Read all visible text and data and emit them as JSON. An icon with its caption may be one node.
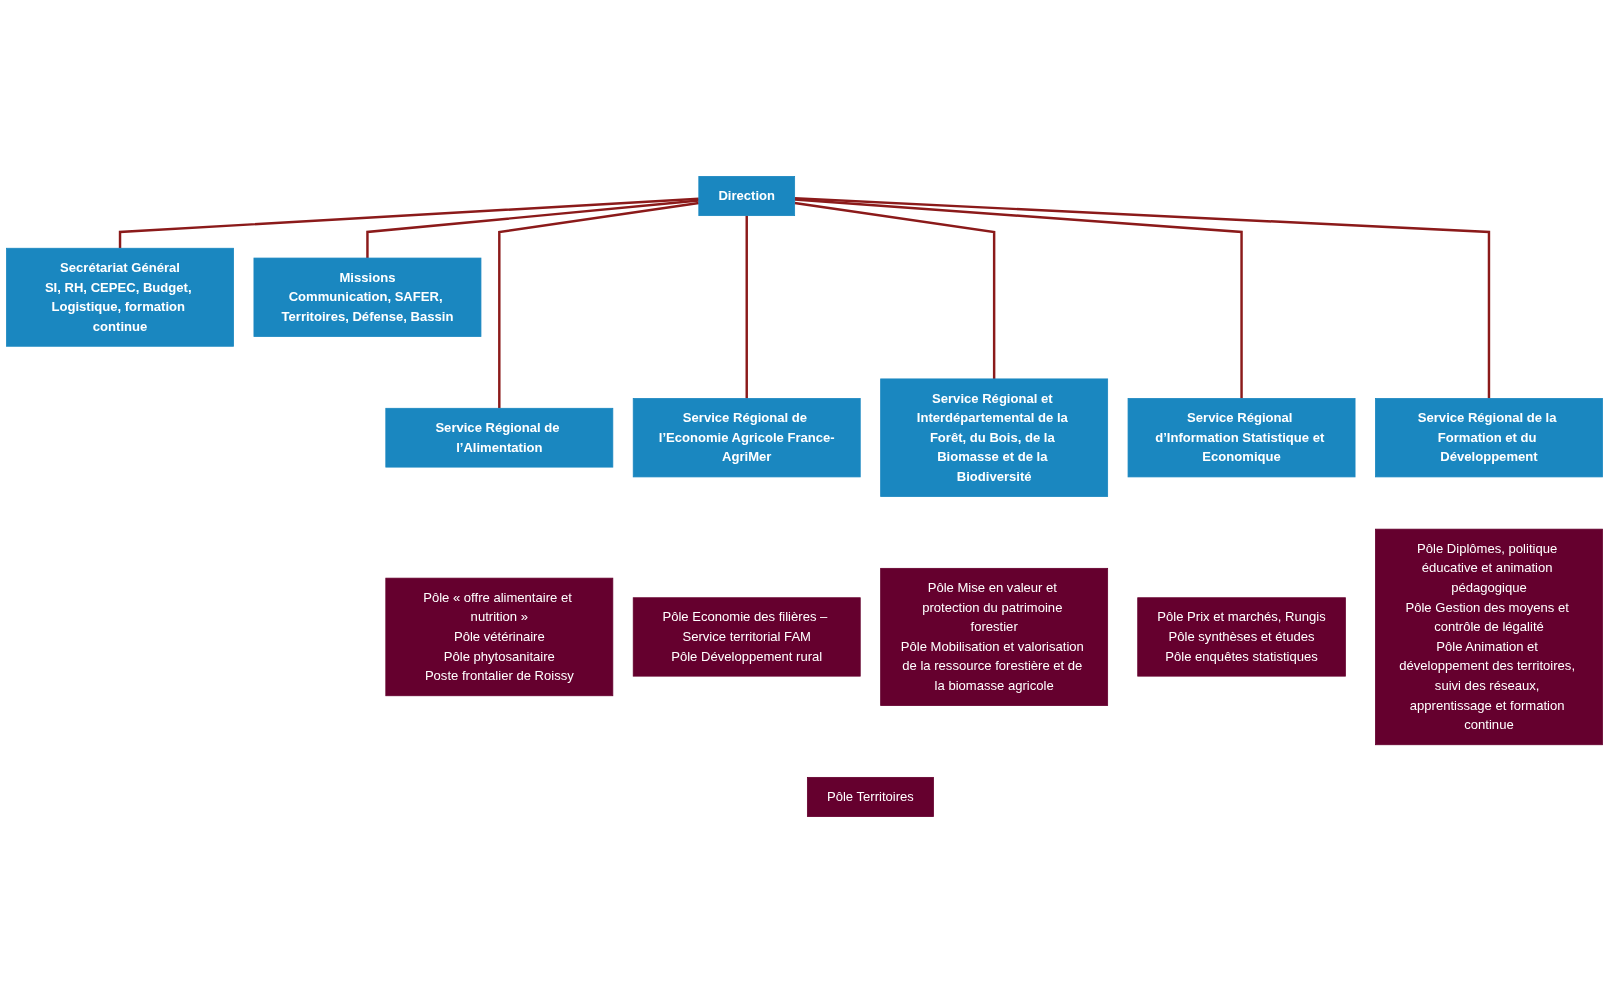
{
  "diagram": {
    "nodes": [
      {
        "text": [
          "Secrétariat Général",
          "SI, RH, CEPEC, Budget, Logistique, formation continue"
        ]
      },
      {
        "text": [
          "Direction"
        ]
      },
      {
        "text": [
          "Missions",
          "Communication, SAFER, Territoires, Défense, Bassin"
        ]
      },
      {
        "text": [
          "Service Régional de l’Alimentation"
        ]
      },
      {
        "text": [
          "Pôle « offre alimentaire et nutrition »",
          "Pôle vétérinaire",
          "Pôle phytosanitaire",
          "Poste frontalier de Roissy"
        ]
      },
      {
        "text": [
          "Service Régional de l’Economie Agricole France-AgriMer"
        ]
      },
      {
        "text": [
          "Pôle Economie des filières – Service territorial FAM",
          "Pôle Développement rural"
        ]
      },
      {
        "text": [
          "Service Régional et Interdépartemental de la Forêt, du Bois, de la Biomasse et de la Biodiversité"
        ]
      },
      {
        "text": [
          "Pôle Mise en valeur et protection du patrimoine forestier",
          "Pôle Mobilisation et valorisation de la ressource forestière et de la biomasse agricole"
        ]
      },
      {
        "text": [
          "Service Régional d’Information Statistique et Economique"
        ]
      },
      {
        "text": [
          "Pôle Prix et marchés, Rungis",
          "Pôle synthèses et études",
          "Pôle enquêtes statistiques"
        ]
      },
      {
        "text": [
          "Service Régional de la Formation et du Développement"
        ]
      },
      {
        "text": [
          "Pôle Diplômes, politique éducative et animation pédagogique",
          "Pôle Gestion des moyens et contrôle de légalité",
          "Pôle Animation et développement des territoires, suivi des réseaux, apprentissage et formation continue"
        ]
      },
      {
        "text": [
          "Pôle Territoires"
        ]
      }
    ],
    "edges": [
      {
        "from": 1,
        "to": 0,
        "arrow": "none"
      },
      {
        "from": 1,
        "to": 2,
        "arrow": "none"
      },
      {
        "from": 1,
        "to": 3,
        "arrow": "none"
      },
      {
        "from": 1,
        "to": 5,
        "arrow": "none"
      },
      {
        "from": 1,
        "to": 7,
        "arrow": "none"
      },
      {
        "from": 1,
        "to": 9,
        "arrow": "none"
      },
      {
        "from": 1,
        "to": 11,
        "arrow": "none"
      }
    ]
  }
}
